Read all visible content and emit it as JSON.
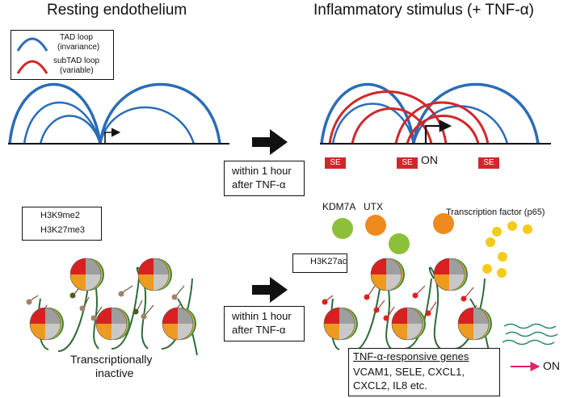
{
  "titles": {
    "left": "Resting endothelium",
    "right": "Inflammatory stimulus (+ TNF-α)"
  },
  "legend_top": {
    "tad_line1": "TAD loop",
    "tad_line2": "(invariance)",
    "subtad_line1": "subTAD loop",
    "subtad_line2": "(variable)"
  },
  "arrow_box": {
    "line1": "within 1 hour",
    "line2": "after TNF-α"
  },
  "se_label": "SE",
  "on_label": "ON",
  "legend_marks": {
    "h3k9": "H3K9me2",
    "h3k27me3": "H3K27me3"
  },
  "h3k27ac": "H3K27ac",
  "enzymes": {
    "kdm7a": "KDM7A",
    "utx": "UTX"
  },
  "tf_label": "Transcription factor (p65)",
  "inactive": {
    "line1": "Transcriptionally",
    "line2": "inactive"
  },
  "genes": {
    "title": "TNF-α-responsive genes",
    "line1": "VCAM1, SELE, CXCL1,",
    "line2": "CXCL2, IL8 etc."
  },
  "colors": {
    "tad": "#2a6db5",
    "subtad": "#d0282a",
    "se": "#d0282a",
    "h3k9me2": "#4e5a1e",
    "h3k27me3": "#a0826a",
    "h3k27ac": "#e0201e",
    "kdm7a": "#8cbf3a",
    "utx": "#ef8a1c",
    "p65": "#f5cb1a",
    "dna": "#2f6b3a",
    "on_arrow": "#e0206a"
  }
}
